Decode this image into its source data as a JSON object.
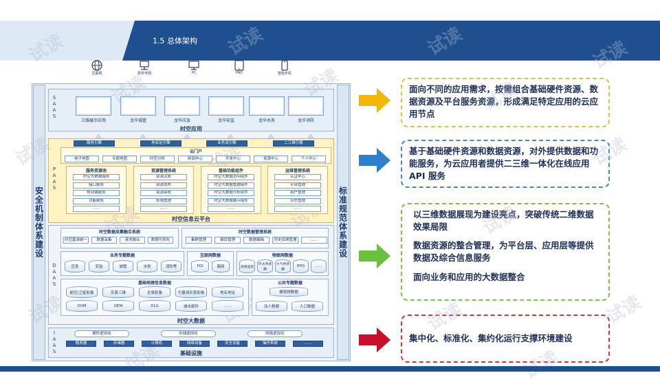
{
  "header": {
    "title": "1.5 总体架构"
  },
  "devices": [
    {
      "label": "互联网",
      "icon": "globe-icon"
    },
    {
      "label": "政务专网",
      "icon": "network-icon"
    },
    {
      "label": "PC",
      "icon": "monitor-icon"
    },
    {
      "label": "PAD",
      "icon": "tablet-icon"
    },
    {
      "label": "智能手机",
      "icon": "phone-icon"
    }
  ],
  "side": {
    "left": "安全机制体系建设",
    "right": "标准规范体系建设"
  },
  "saas": {
    "tag": "SAAS",
    "title": "时空应用",
    "apps": [
      "三维展示应用",
      "龙华城管",
      "龙华应急",
      "龙华安监",
      "龙华水务",
      "龙华消防"
    ]
  },
  "paas": {
    "tag": "PAAS",
    "title": "时空信息云平台",
    "engines": [
      "服务引擎",
      "地名址引擎",
      "业务流引擎",
      "二三维引擎"
    ],
    "portal": {
      "title": "云门户",
      "items": [
        "电子地图",
        "专题地图",
        "时空分析",
        "新闻中心",
        "开发中心",
        "资源中心",
        "个人中心"
      ]
    },
    "groups": [
      {
        "title": "服务资源池",
        "items": [
          "时空大数据服务",
          "接口服务",
          "移动端服务",
          "功能服务",
          "……"
        ]
      },
      {
        "title": "资源管理系统",
        "items": [
          "资源注册",
          "资源发布",
          "资源审批",
          "权限管理",
          "……"
        ]
      },
      {
        "title": "基础功能组件",
        "items": [
          "时空大数据访问组件",
          "时空大数据管理组件",
          "时空大数据分析组件",
          "时空大数据展示组件",
          "……"
        ]
      },
      {
        "title": "运维管理系统",
        "items": [
          "认证中心",
          "平台管理",
          "用户管理",
          "日志管理",
          "……"
        ]
      }
    ]
  },
  "daas": {
    "tag": "DAAS",
    "title": "时空大数据",
    "collect": {
      "title": "时空数据采集融合系统",
      "items": [
        "时空基准统一",
        "数据采集",
        "清洗融合",
        "数据可视化"
      ]
    },
    "manage": {
      "title": "时空数据管理系统",
      "items": [
        "集群管理",
        "编目管理",
        "数据编辑",
        "历史回溯管理",
        "……"
      ]
    },
    "business": {
      "title": "业务专题数据",
      "items": [
        "应急",
        "安监",
        "城管",
        "水务",
        "消防等"
      ]
    },
    "internet": {
      "title": "互联网数据",
      "items": [
        "POI",
        "路网"
      ]
    },
    "iot": {
      "title": "物联网数据",
      "items": [
        "视频监控",
        "环水传感器",
        "大气传感器",
        "RFID",
        "……"
      ]
    },
    "basic": {
      "title": "基础地理信息数据",
      "items": [
        "航空/卫星影像",
        "实景三维",
        "全景影像",
        "可量测实景影像",
        "地名地址",
        "DOM",
        "DEM",
        "DLG",
        "城市部件",
        "……"
      ]
    },
    "public": {
      "title": "公共专题数据",
      "items": [
        "建筑物数据",
        "法人数据",
        "人口数据"
      ]
    }
  },
  "iaas": {
    "tag": "IAAS",
    "title": "基础设施",
    "virtual": [
      "硬件虚拟化",
      "存储虚拟化",
      "网络虚拟化"
    ],
    "items": [
      "服务器",
      "存储器",
      "计算机",
      "网络设备",
      "安全设备",
      "操作系统",
      "……"
    ]
  },
  "callouts": [
    {
      "lines": [
        "面向不同的应用需求，按需组合基础硬件资源、数据资源及平台服务资源，形成满足特定应用的云应用节点"
      ]
    },
    {
      "lines": [
        "基于基础硬件资源和数据资源，对外提供数据和功能服务，为云应用者提供二三维一体化在线应用 API 服务"
      ]
    },
    {
      "lines": [
        "以三维数据展现为建设亮点，突破传统二维数据效果局限",
        "数据资源的整合管理，为平台层、应用层等提供数据及综合信息服务",
        "面向业务和应用的大数据整合"
      ]
    },
    {
      "lines": [
        "集中化、标准化、集约化运行支撑环境建设"
      ]
    }
  ],
  "colors": {
    "header": "#1f4f8f",
    "arrow1": "#f2b705",
    "arrow2": "#2f7fd1",
    "arrow3": "#6cbf3a",
    "arrow4": "#c8102e"
  },
  "watermark": "试读"
}
